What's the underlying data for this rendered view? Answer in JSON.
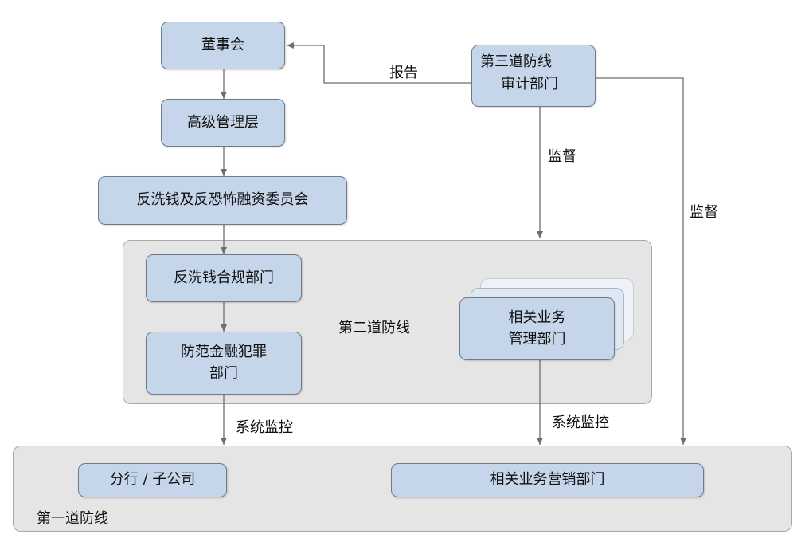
{
  "nodes": {
    "board": "董事会",
    "senior_mgmt": "高级管理层",
    "aml_committee": "反洗钱及反恐怖融资委员会",
    "third_line_title": "第三道防线",
    "audit_dept": "审计部门",
    "aml_compliance": "反洗钱合规部门",
    "financial_crime_line1": "防范金融犯罪",
    "financial_crime_line2": "部门",
    "biz_mgmt_line1": "相关业务",
    "biz_mgmt_line2": "管理部门",
    "branch": "分行 / 子公司",
    "biz_marketing": "相关业务营销部门"
  },
  "zones": {
    "second_line": "第二道防线",
    "first_line": "第一道防线"
  },
  "edge_labels": {
    "report": "报告",
    "supervise_1": "监督",
    "supervise_2": "监督",
    "system_monitor_1": "系统监控",
    "system_monitor_2": "系统监控"
  },
  "colors": {
    "box_fill": "#c5d6ea",
    "panel_fill": "#e5e5e5",
    "line": "#6e6e6e"
  }
}
